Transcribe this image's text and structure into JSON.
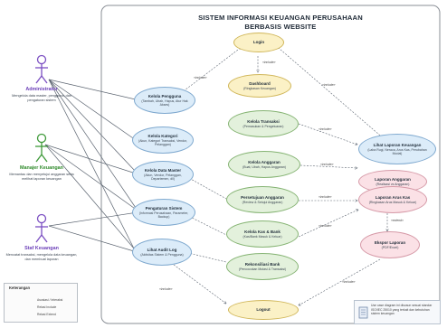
{
  "title_line1": "SISTEM INFORMASI KEUANGAN PERUSAHAAN",
  "title_line2": "BERBASIS WEBSITE",
  "actors": [
    {
      "name": "Administrator",
      "desc": "Mengelola data master, pengguna, dan pengaturan sistem",
      "color": "#7b4fc2"
    },
    {
      "name": "Manajer Keuangan",
      "desc": "Memantau dan menyetujui anggaran serta melihat laporan keuangan",
      "color": "#3f9a3a"
    },
    {
      "name": "Staf Keuangan",
      "desc": "Mencatat transaksi, mengelola data keuangan, dan membuat laporan",
      "color": "#7b4fc2"
    }
  ],
  "use_cases": {
    "login": {
      "title": "Login",
      "sub": ""
    },
    "dashboard": {
      "title": "Dashboard",
      "sub": "(Ringkasan Keuangan)"
    },
    "kelola_pengguna": {
      "title": "Kelola Pengguna",
      "sub": "(Tambah, Ubah, Hapus, Atur Hak Akses)"
    },
    "kelola_kategori": {
      "title": "Kelola Kategori",
      "sub": "(Akun, Kategori Transaksi, Vendor, Pelanggan)"
    },
    "kelola_data_master": {
      "title": "Kelola Data Master",
      "sub": "(Akun, Vendor, Pelanggan, Departemen, dll)"
    },
    "pengaturan_sistem": {
      "title": "Pengaturan Sistem",
      "sub": "(Informasi Perusahaan, Parameter, Backup)"
    },
    "lihat_audit_log": {
      "title": "Lihat Audit Log",
      "sub": "(Aktivitas Sistem & Pengguna)"
    },
    "kelola_transaksi": {
      "title": "Kelola Transaksi",
      "sub": "(Pemasukan & Pengeluaran)"
    },
    "kelola_anggaran": {
      "title": "Kelola Anggaran",
      "sub": "(Buat, Ubah, Hapus Anggaran)"
    },
    "persetujuan_anggaran": {
      "title": "Persetujuan Anggaran",
      "sub": "(Review & Setujui Anggaran)"
    },
    "kelola_kas_bank": {
      "title": "Kelola Kas & Bank",
      "sub": "(Kas/Bank Masuk & Keluar)"
    },
    "rekonsiliasi": {
      "title": "Rekonsiliasi Bank",
      "sub": "(Pencocokan Mutasi & Transaksi)"
    },
    "lihat_laporan": {
      "title": "Lihat Laporan Keuangan",
      "sub": "(Laba Rugi, Neraca, Arus Kas, Perubahan Modal)"
    },
    "laporan_anggaran": {
      "title": "Laporan Anggaran",
      "sub": "(Realisasi vs Anggaran)"
    },
    "laporan_arus_kas": {
      "title": "Laporan Arus Kas",
      "sub": "(Ringkasan Arus Masuk & Keluar)"
    },
    "ekspor_laporan": {
      "title": "Ekspor Laporan",
      "sub": "(PDF/Excel)"
    },
    "logout": {
      "title": "Logout",
      "sub": ""
    }
  },
  "relations": {
    "include": "«include»",
    "extend": "«extend»"
  },
  "legend": {
    "title": "Keterangan",
    "association": "Asosiasi / Interaksi",
    "include": "Relasi Include",
    "extend": "Relasi Extend"
  },
  "note": "Use case diagram ini disusun sesuai standar ISO/IEC 25010 yang terkait dan kebutuhan sistem keuangan",
  "colors": {
    "boundary": "#8a8f96",
    "line": "#5b6470",
    "uc_blue": "#dcecf9",
    "uc_yellow": "#fbf1c6",
    "uc_green": "#e3f1dc",
    "uc_pink": "#fbe1e6"
  }
}
